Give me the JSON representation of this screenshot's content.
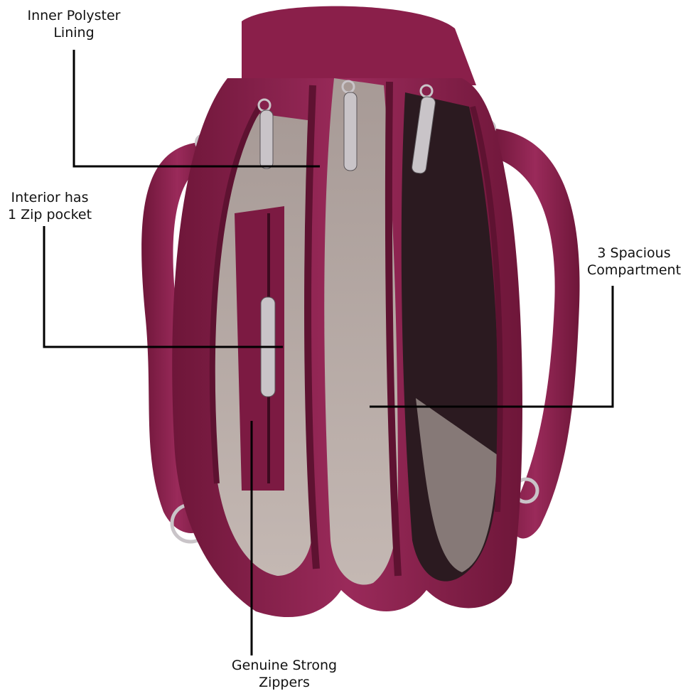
{
  "callouts": {
    "lining": {
      "line1": "Inner Polyster",
      "line2": "Lining"
    },
    "pocket": {
      "line1": "Interior has",
      "line2": "1 Zip pocket"
    },
    "compartments": {
      "line1": "3 Spacious",
      "line2": "Compartment"
    },
    "zippers": {
      "line1": "Genuine Strong",
      "line2": "Zippers"
    }
  },
  "colors": {
    "leather": "#8a1f4a",
    "leather_dark": "#5e1231",
    "leather_light": "#a8366a",
    "lining": "#b7aaa5",
    "metal": "#c9c4c8",
    "leader_line": "#000000"
  }
}
